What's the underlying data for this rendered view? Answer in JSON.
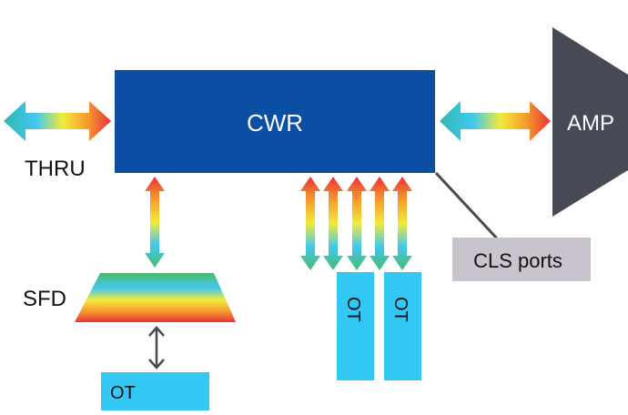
{
  "blocks": {
    "cwr": "CWR",
    "amp": "AMP",
    "cls_ports": "CLS ports",
    "ot_bottom": "OT",
    "ot_col_1": "OT",
    "ot_col_2": "OT"
  },
  "labels": {
    "thru": "THRU",
    "sfd": "SFD"
  },
  "colors": {
    "cwr_fill": "#0a4fa3",
    "amp_fill": "#474a55",
    "cls_fill": "#c9c3cd",
    "ot_fill": "#33c8f3",
    "connector": "#474a55"
  }
}
